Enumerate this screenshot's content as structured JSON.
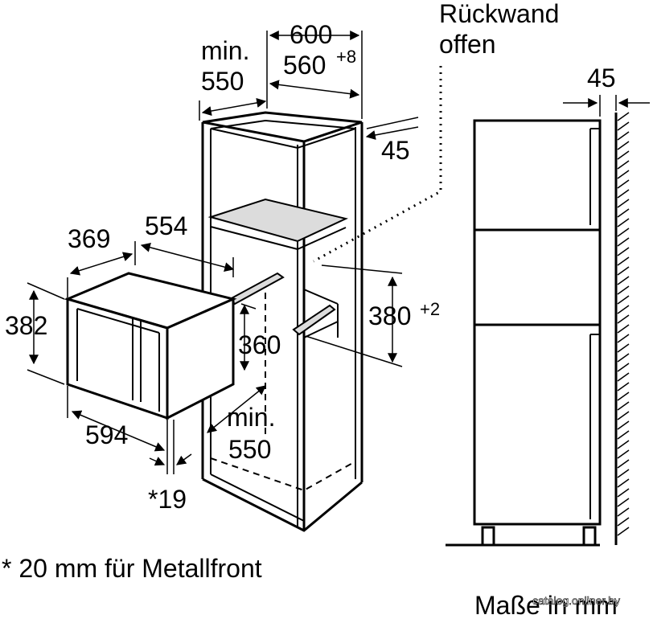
{
  "labels": {
    "rueckwand": "Rückwand",
    "offen": "offen",
    "min_top": "min.",
    "d550_top": "550",
    "d600": "600",
    "d560": "560",
    "d560_sup": "+8",
    "d45_top": "45",
    "d45_right": "45",
    "d369": "369",
    "d554": "554",
    "d382": "382",
    "d380": "380",
    "d380_sup": "+2",
    "d360": "360",
    "min_bottom": "min.",
    "d550_bottom": "550",
    "d594": "594",
    "d19": "*19",
    "footnote": "* 20 mm für Metallfront",
    "units": "Maße in mm",
    "watermark": "catalog.onliner.by"
  }
}
